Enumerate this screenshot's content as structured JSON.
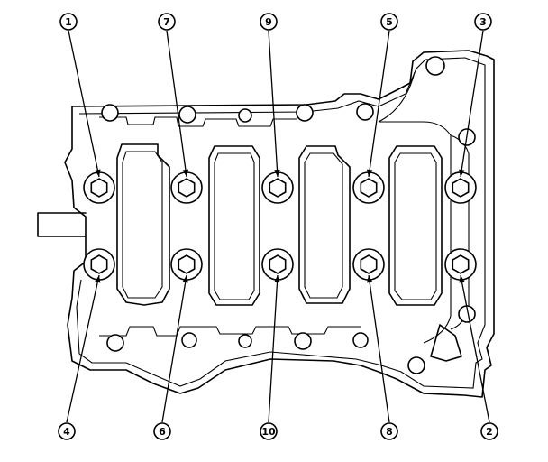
{
  "diagram": {
    "labels_top": [
      "1",
      "7",
      "9",
      "5",
      "3"
    ],
    "labels_bottom": [
      "4",
      "6",
      "10",
      "8",
      "2"
    ]
  }
}
